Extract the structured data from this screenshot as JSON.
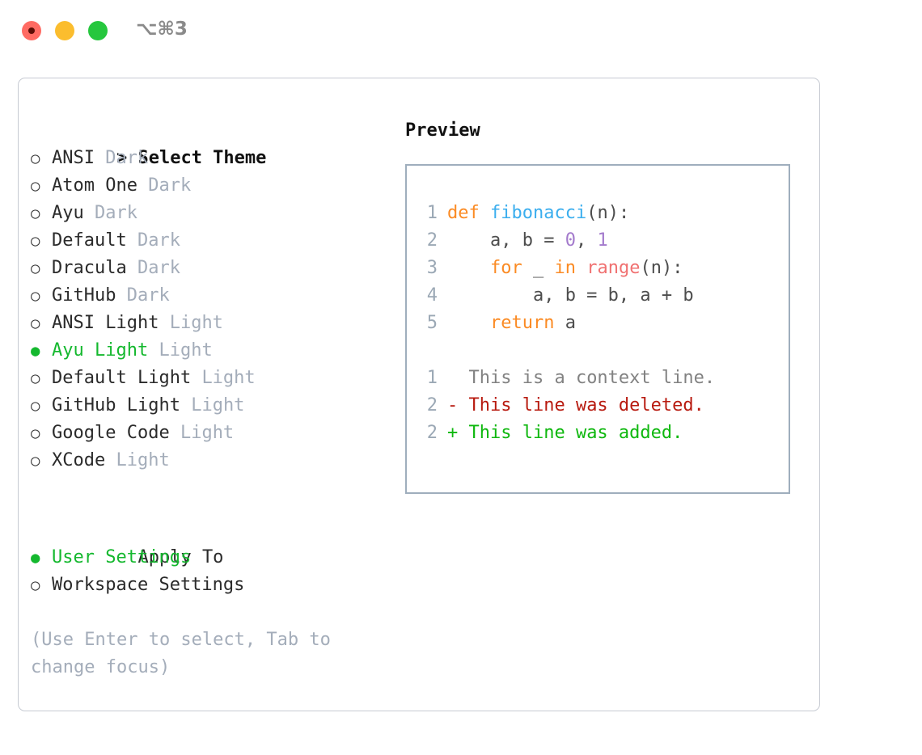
{
  "window": {
    "traffic_lights": [
      "close-button",
      "minimize-button",
      "maximize-button"
    ],
    "keybinding": "⌥⌘3"
  },
  "colors": {
    "accent_green": "#14B82E",
    "tag_grey": "#A4ADBA",
    "hint_grey": "#A4ADBA",
    "panel_border": "#C6CAD2",
    "preview_border": "#9FAEBD",
    "line_number": "#9BA8B5",
    "keyword": "#FB8B24",
    "function": "#3BAEEE",
    "number": "#A37ACC",
    "builtin": "#F07171",
    "plain": "#4d4d4d",
    "diff_context": "#828282",
    "diff_deleted": "#B81B10",
    "diff_added": "#0FB80F",
    "traffic_red": "#FF6B63",
    "traffic_yellow": "#FBBD2E",
    "traffic_green": "#26C73E"
  },
  "theme_section": {
    "header_prefix": "> ",
    "header": "Select Theme",
    "items": [
      {
        "label": "ANSI",
        "tag": "Dark",
        "selected": false
      },
      {
        "label": "Atom One",
        "tag": "Dark",
        "selected": false
      },
      {
        "label": "Ayu",
        "tag": "Dark",
        "selected": false
      },
      {
        "label": "Default",
        "tag": "Dark",
        "selected": false
      },
      {
        "label": "Dracula",
        "tag": "Dark",
        "selected": false
      },
      {
        "label": "GitHub",
        "tag": "Dark",
        "selected": false
      },
      {
        "label": "ANSI Light",
        "tag": "Light",
        "selected": false
      },
      {
        "label": "Ayu Light",
        "tag": "Light",
        "selected": true
      },
      {
        "label": "Default Light",
        "tag": "Light",
        "selected": false
      },
      {
        "label": "GitHub Light",
        "tag": "Light",
        "selected": false
      },
      {
        "label": "Google Code",
        "tag": "Light",
        "selected": false
      },
      {
        "label": "XCode",
        "tag": "Light",
        "selected": false
      }
    ]
  },
  "apply_section": {
    "header_prefix": "  ",
    "header": "Apply To",
    "items": [
      {
        "label": "User Settings",
        "selected": true
      },
      {
        "label": "Workspace Settings",
        "selected": false
      }
    ]
  },
  "hint": "(Use Enter to select, Tab to change focus)",
  "preview": {
    "title": "Preview",
    "code_lines": [
      {
        "n": "1",
        "tokens": [
          {
            "t": "def",
            "c": "kw"
          },
          {
            "t": " ",
            "c": "pl"
          },
          {
            "t": "fibonacci",
            "c": "fn"
          },
          {
            "t": "(n):",
            "c": "pl"
          }
        ]
      },
      {
        "n": "2",
        "tokens": [
          {
            "t": "    a, b = ",
            "c": "pl"
          },
          {
            "t": "0",
            "c": "num"
          },
          {
            "t": ", ",
            "c": "pl"
          },
          {
            "t": "1",
            "c": "num"
          }
        ]
      },
      {
        "n": "3",
        "tokens": [
          {
            "t": "    ",
            "c": "pl"
          },
          {
            "t": "for",
            "c": "kw"
          },
          {
            "t": " _ ",
            "c": "pl"
          },
          {
            "t": "in",
            "c": "kw"
          },
          {
            "t": " ",
            "c": "pl"
          },
          {
            "t": "range",
            "c": "bi"
          },
          {
            "t": "(n):",
            "c": "pl"
          }
        ]
      },
      {
        "n": "4",
        "tokens": [
          {
            "t": "        a, b = b, a + b",
            "c": "pl"
          }
        ]
      },
      {
        "n": "5",
        "tokens": [
          {
            "t": "    ",
            "c": "pl"
          },
          {
            "t": "return",
            "c": "kw"
          },
          {
            "t": " a",
            "c": "pl"
          }
        ]
      }
    ],
    "diff_lines": [
      {
        "n": "1",
        "marker": " ",
        "text": " This is a context line.",
        "kind": "ctx"
      },
      {
        "n": "2",
        "marker": "-",
        "text": " This line was deleted.",
        "kind": "del"
      },
      {
        "n": "2",
        "marker": "+",
        "text": " This line was added.",
        "kind": "add"
      }
    ]
  }
}
